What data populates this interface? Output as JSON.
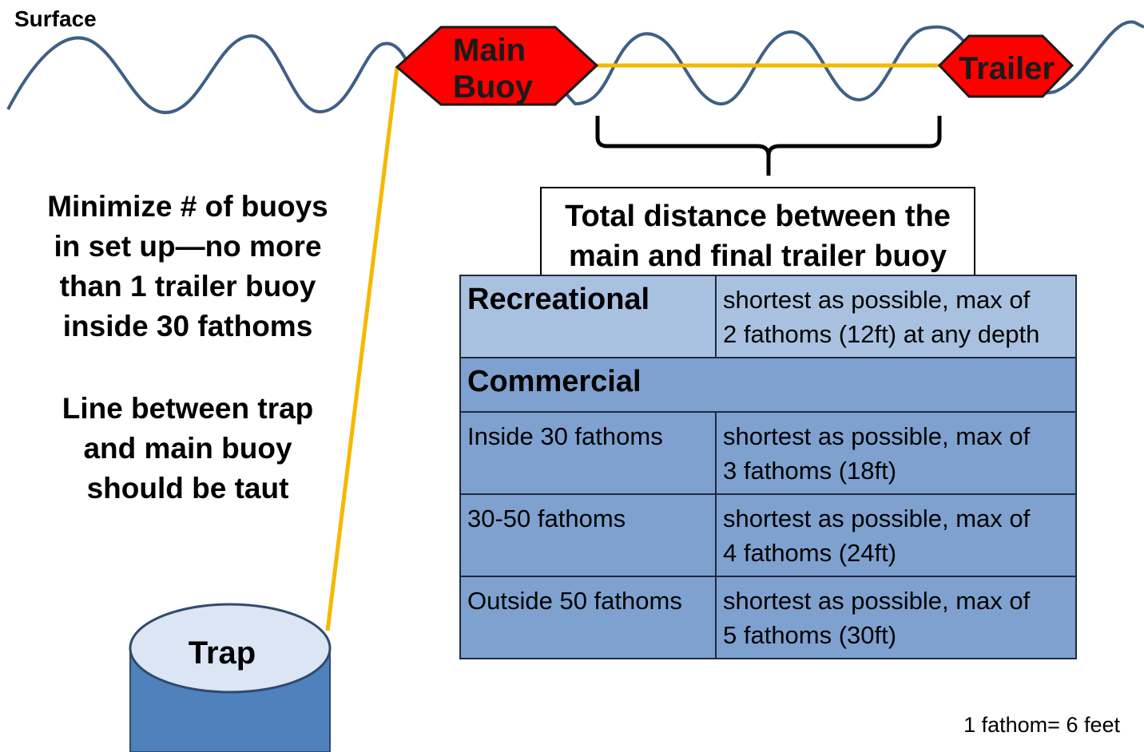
{
  "surface_label": "Surface",
  "main_buoy": {
    "line1": "Main",
    "line2": "Buoy"
  },
  "trailer_buoy": "Trailer",
  "notes": {
    "minimize": [
      "Minimize # of buoys",
      "in set up—no more",
      "than 1 trailer buoy",
      "inside 30 fathoms"
    ],
    "line": [
      "Line between trap",
      "and main buoy",
      "should be taut"
    ]
  },
  "trap_label": "Trap",
  "caption": [
    "Total distance between the",
    "main and final trailer buoy"
  ],
  "table": {
    "recreational": {
      "label": "Recreational",
      "value": [
        "shortest as possible, max of",
        "2 fathoms (12ft) at any depth"
      ]
    },
    "commercial_header": "Commercial",
    "commercial_rows": [
      {
        "depth": "Inside 30 fathoms",
        "value": [
          "shortest as possible, max of",
          "3 fathoms (18ft)"
        ]
      },
      {
        "depth": "30-50 fathoms",
        "value": [
          "shortest as possible, max of",
          "4 fathoms (24ft)"
        ]
      },
      {
        "depth": "Outside 50 fathoms",
        "value": [
          "shortest as possible, max of",
          "5 fathoms (30ft)"
        ]
      }
    ]
  },
  "footnote": "1 fathom= 6 feet",
  "colors": {
    "wave": "#3f5f86",
    "buoy_fill": "#ff0000",
    "rope": "#f5b800",
    "trap_body": "#4f81bd",
    "trap_top": "#dbe5f3",
    "recreational_row": "#a8c1e0",
    "commercial_rows": "#7ea1cf"
  }
}
